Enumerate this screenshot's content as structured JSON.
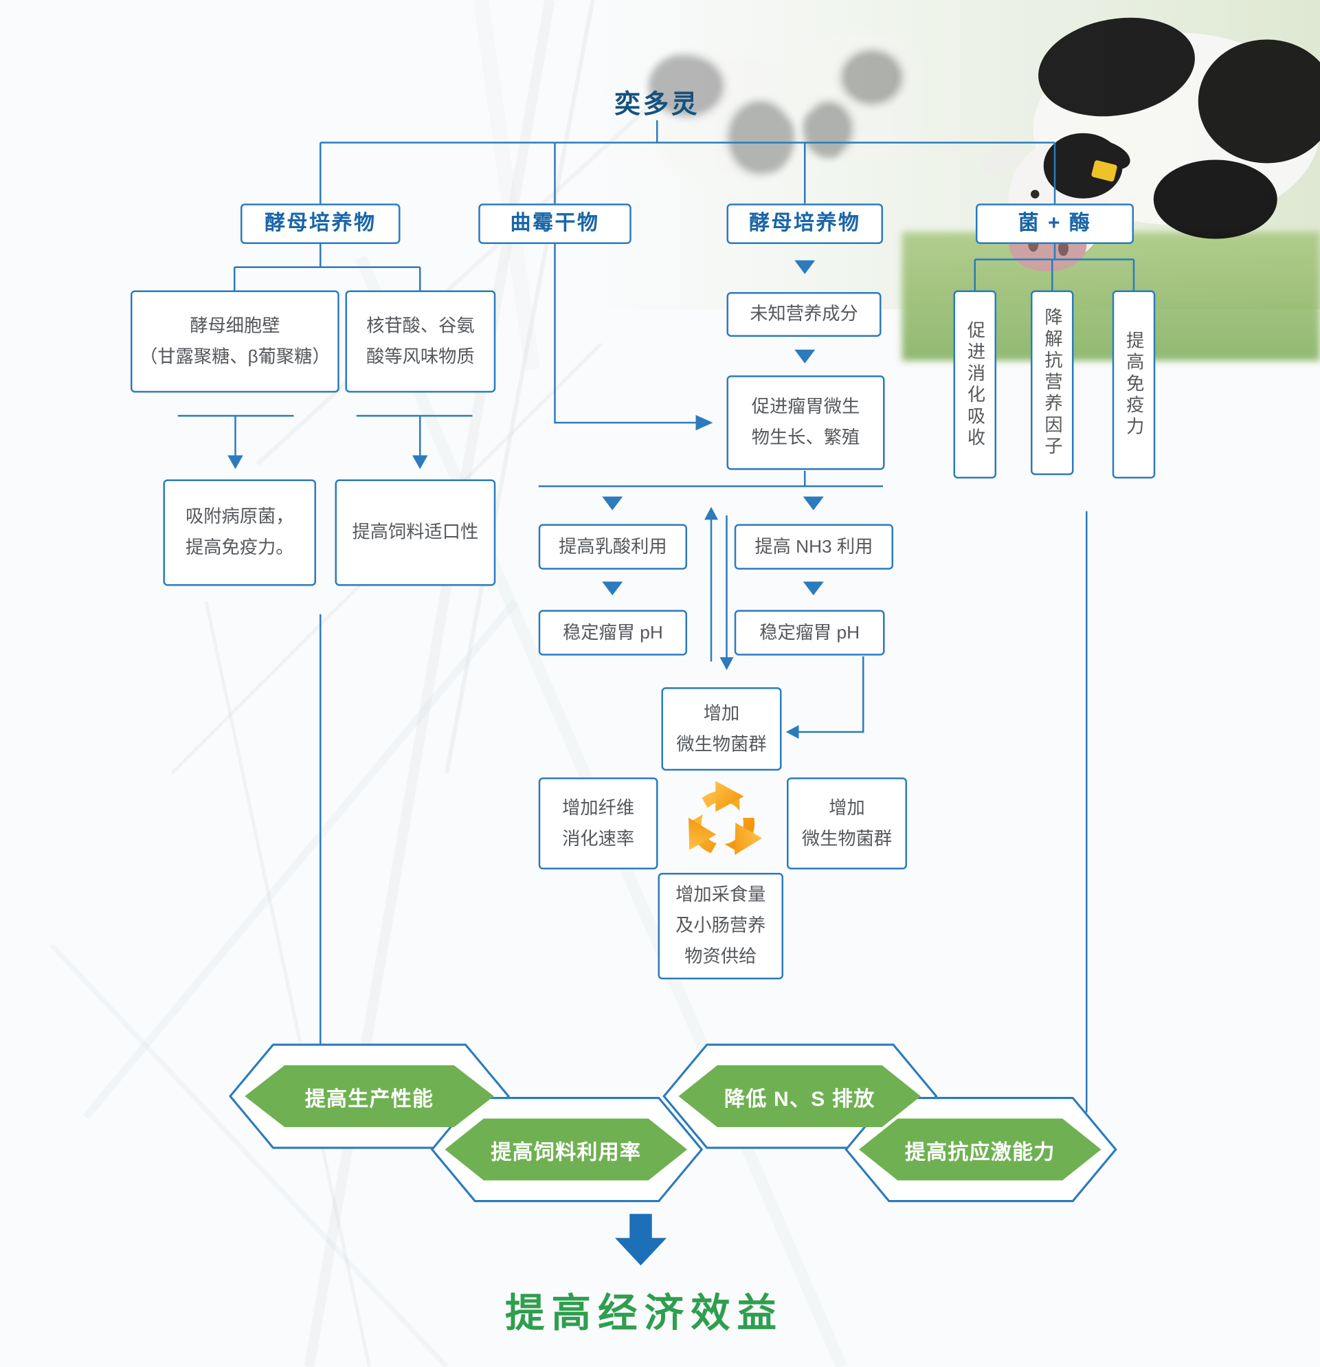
{
  "title": "奕多灵",
  "top_boxes": [
    "酵母培养物",
    "曲霉干物",
    "酵母培养物",
    "菌 + 酶"
  ],
  "left_branch": {
    "components": [
      "酵母细胞壁\n（甘露聚糖、β葡聚糖）",
      "核苷酸、谷氨\n酸等风味物质"
    ],
    "effects": [
      "吸附病原菌，\n提高免疫力。",
      "提高饲料适口性"
    ]
  },
  "center_branch": {
    "unknown_nutrients": "未知营养成分",
    "promote_rumen": "促进瘤胃微生\n物生长、繁殖",
    "lactate": "提高乳酸利用",
    "nh3": "提高 NH3 利用",
    "ph_left": "稳定瘤胃 pH",
    "ph_right": "稳定瘤胃 pH",
    "flora_top": "增加\n微生物菌群",
    "fiber": "增加纤维\n消化速率",
    "flora_right": "增加\n微生物菌群",
    "intake": "增加采食量\n及小肠营养\n物资供给"
  },
  "enzyme_branch": {
    "effects": [
      "促进消化吸收",
      "降解抗营养因子",
      "提高免疫力"
    ]
  },
  "banners": [
    "提高生产性能",
    "提高饲料利用率",
    "降低 N、S 排放",
    "提高抗应激能力"
  ],
  "final_title": "提高经济效益",
  "icons": {
    "recycle": "recycle-icon",
    "down_arrow": "down-arrow-icon"
  },
  "colors": {
    "accent_blue": "#2b7bbd",
    "banner_green": "#6fb152",
    "final_green": "#2f9e4f",
    "recycle_orange": "#ef8e00"
  }
}
